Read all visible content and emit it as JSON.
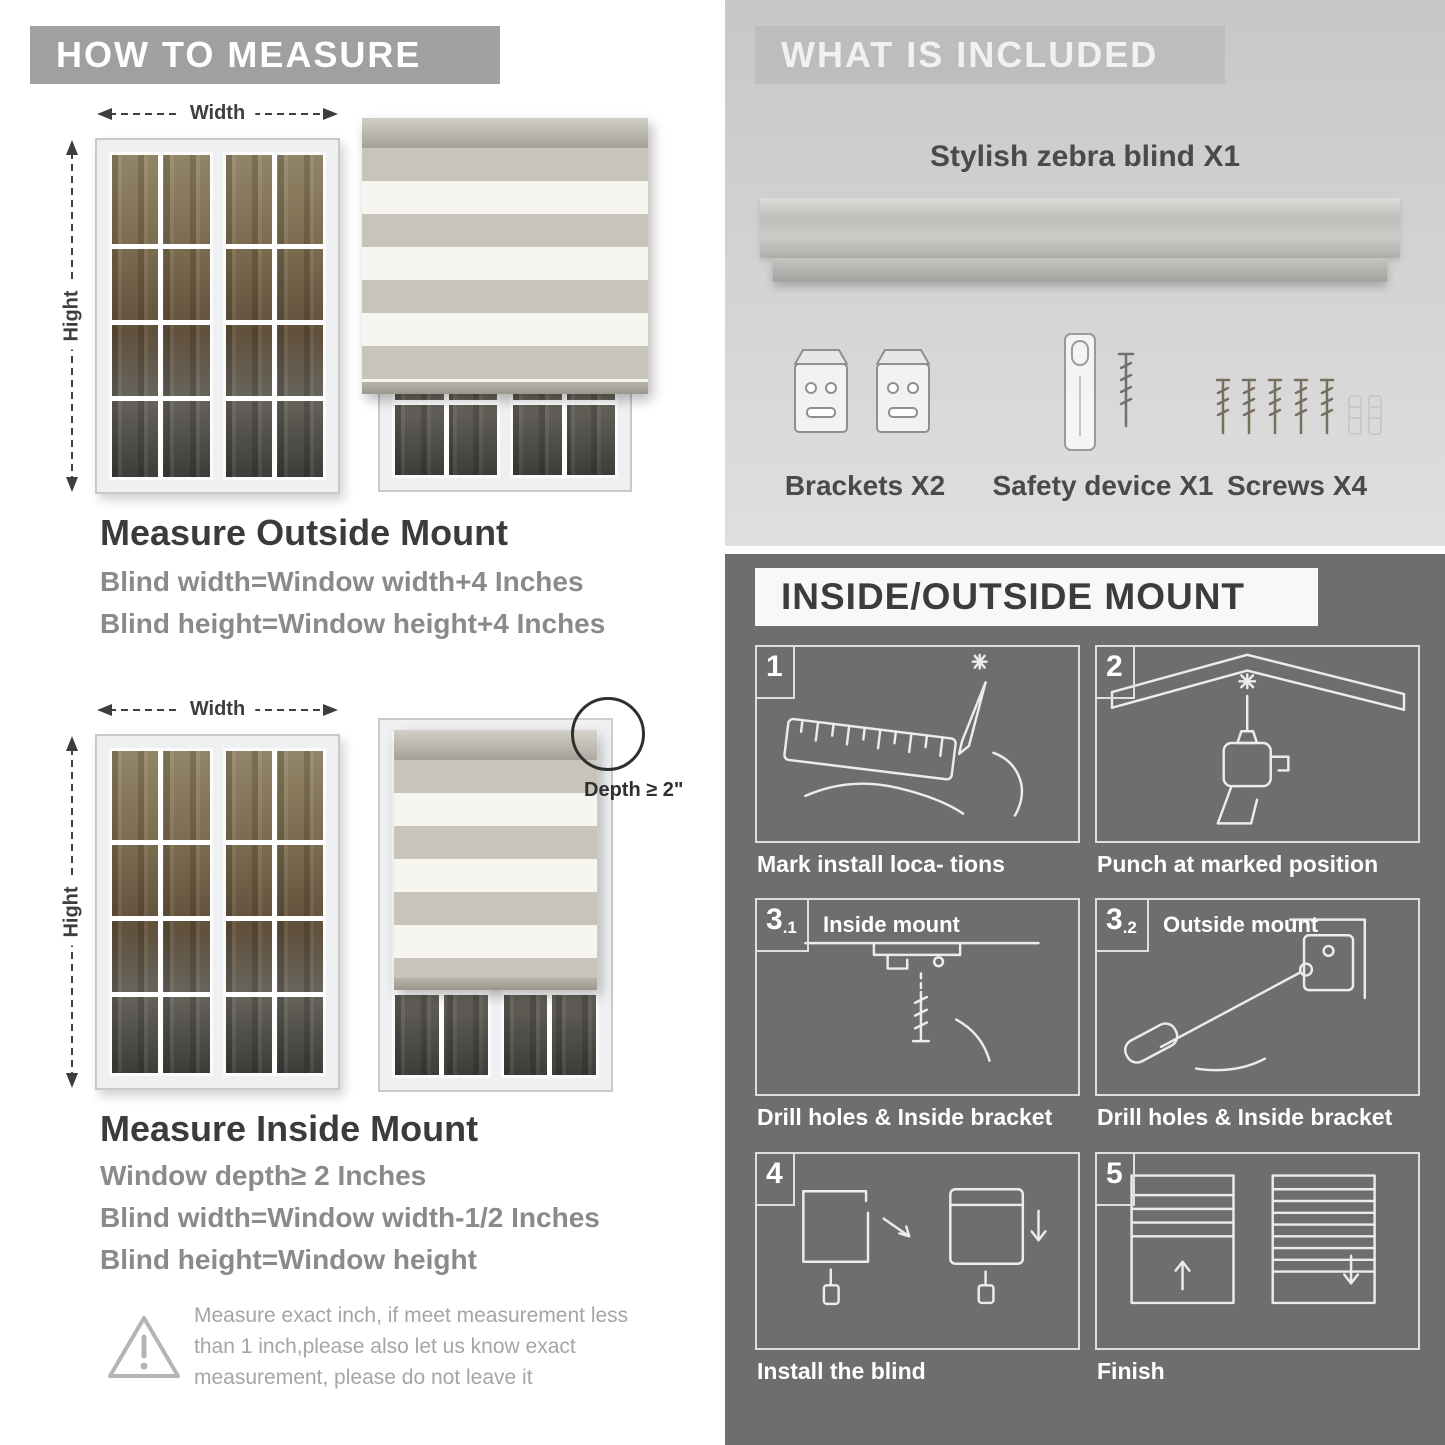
{
  "colors": {
    "left_banner_gray": "#a0a0a0",
    "included_banner_gray": "#bdbdbd",
    "included_bg": "#cfcfcf",
    "mount_bg": "#6e6e6e",
    "text_dark": "#3b3b3b",
    "text_gray": "#8a8a8a"
  },
  "measure": {
    "banner": "HOW TO MEASURE",
    "outside": {
      "width_label": "Width",
      "height_label": "Hight",
      "heading": "Measure Outside Mount",
      "lines": [
        "Blind width=Window width+4 Inches",
        "Blind height=Window height+4 Inches"
      ]
    },
    "inside": {
      "width_label": "Width",
      "height_label": "Hight",
      "depth_label": "Depth ≥ 2\"",
      "heading": "Measure Inside Mount",
      "lines": [
        "Window depth≥ 2 Inches",
        "Blind width=Window width-1/2 Inches",
        "Blind height=Window height"
      ]
    },
    "warning_lines": [
      "Measure exact inch, if meet measurement less",
      "than 1 inch,please also let us know exact",
      "measurement, please do not leave it"
    ]
  },
  "included": {
    "banner": "WHAT IS INCLUDED",
    "product": "Stylish zebra blind X1",
    "items": [
      "Brackets X2",
      "Safety device X1",
      "Screws X4"
    ]
  },
  "mount": {
    "banner": "INSIDE/OUTSIDE MOUNT",
    "steps": [
      {
        "num": "1",
        "caption": "Mark install loca- tions"
      },
      {
        "num": "2",
        "caption": "Punch at  marked position"
      },
      {
        "num": "3",
        "sub": ".1",
        "label": "Inside mount",
        "caption": "Drill holes &  Inside bracket"
      },
      {
        "num": "3",
        "sub": ".2",
        "label": "Outside mount",
        "caption": "Drill holes &  Inside bracket"
      },
      {
        "num": "4",
        "caption": "Install the blind"
      },
      {
        "num": "5",
        "caption": "Finish"
      }
    ]
  }
}
